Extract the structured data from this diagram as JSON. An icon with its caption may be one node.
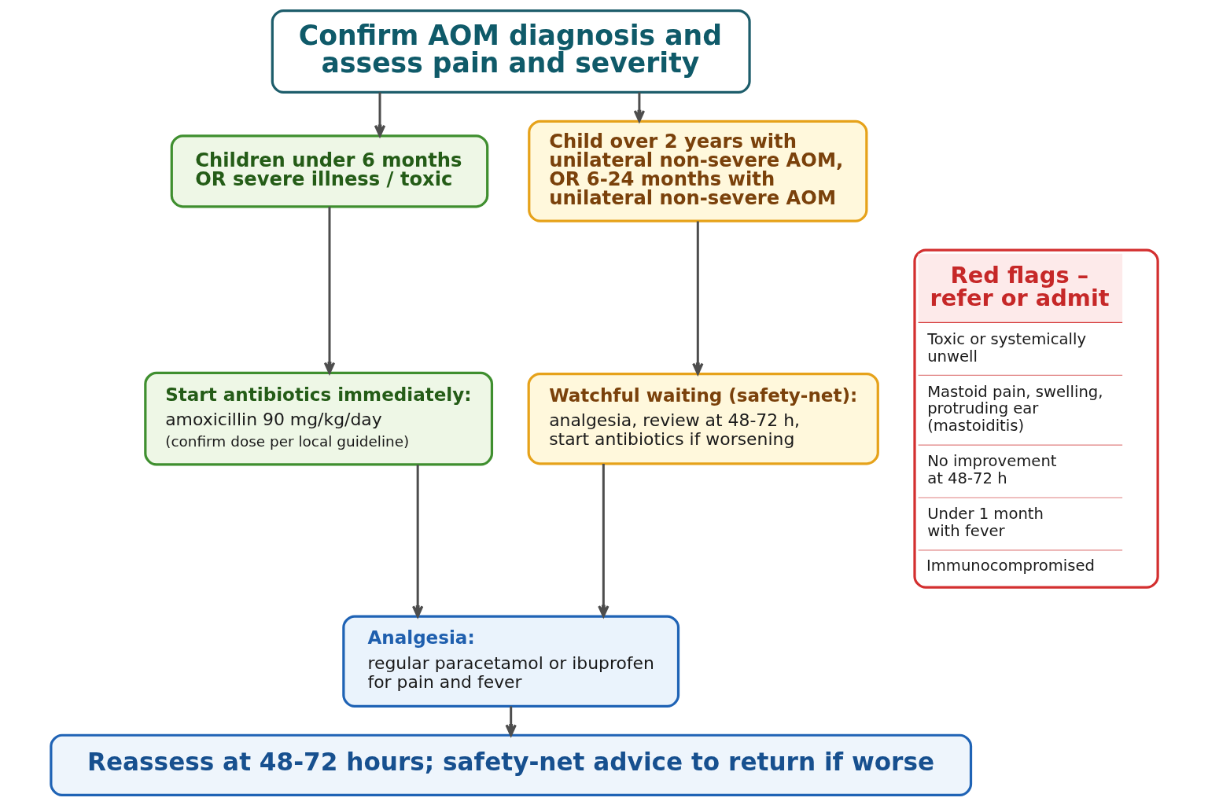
{
  "diagram": {
    "nodes": [
      {
        "text": [
          "Confirm AOM diagnosis and assess pain and severity"
        ]
      },
      {
        "text": [
          "Children under 6 months OR severe illness / toxic"
        ]
      },
      {
        "text": [
          "Child over 2 years with unilateral non-severe AOM, OR 6-24 months with unilateral non-severe AOM"
        ]
      },
      {
        "text": [
          "Start antibiotics immediately:",
          "amoxicillin 90 mg/kg/day",
          "(confirm dose per local guideline)"
        ]
      },
      {
        "text": [
          "Watchful waiting (safety-net):",
          "analgesia, review at 48-72 h, start antibiotics if worsening"
        ]
      },
      {
        "text": [
          "Analgesia:",
          "regular paracetamol or ibuprofen for pain and fever"
        ]
      },
      {
        "text": [
          "Reassess at 48-72 hours; safety-net advice to return if worse"
        ]
      },
      {
        "text": [
          "Red flags – refer or admit",
          "Toxic or systemically unwell",
          "Mastoid pain, swelling, protruding ear (mastoiditis)",
          "No improvement at 48-72 h",
          "Under 1 month with fever",
          "Immunocompromised"
        ]
      }
    ],
    "edges": [
      {
        "from": 0,
        "to": 1,
        "arrow": "to"
      },
      {
        "from": 0,
        "to": 2,
        "arrow": "to"
      },
      {
        "from": 1,
        "to": 3,
        "arrow": "to"
      },
      {
        "from": 2,
        "to": 4,
        "arrow": "to"
      },
      {
        "from": 3,
        "to": 5,
        "arrow": "to"
      },
      {
        "from": 4,
        "to": 5,
        "arrow": "to"
      },
      {
        "from": 5,
        "to": 6,
        "arrow": "to"
      }
    ]
  }
}
